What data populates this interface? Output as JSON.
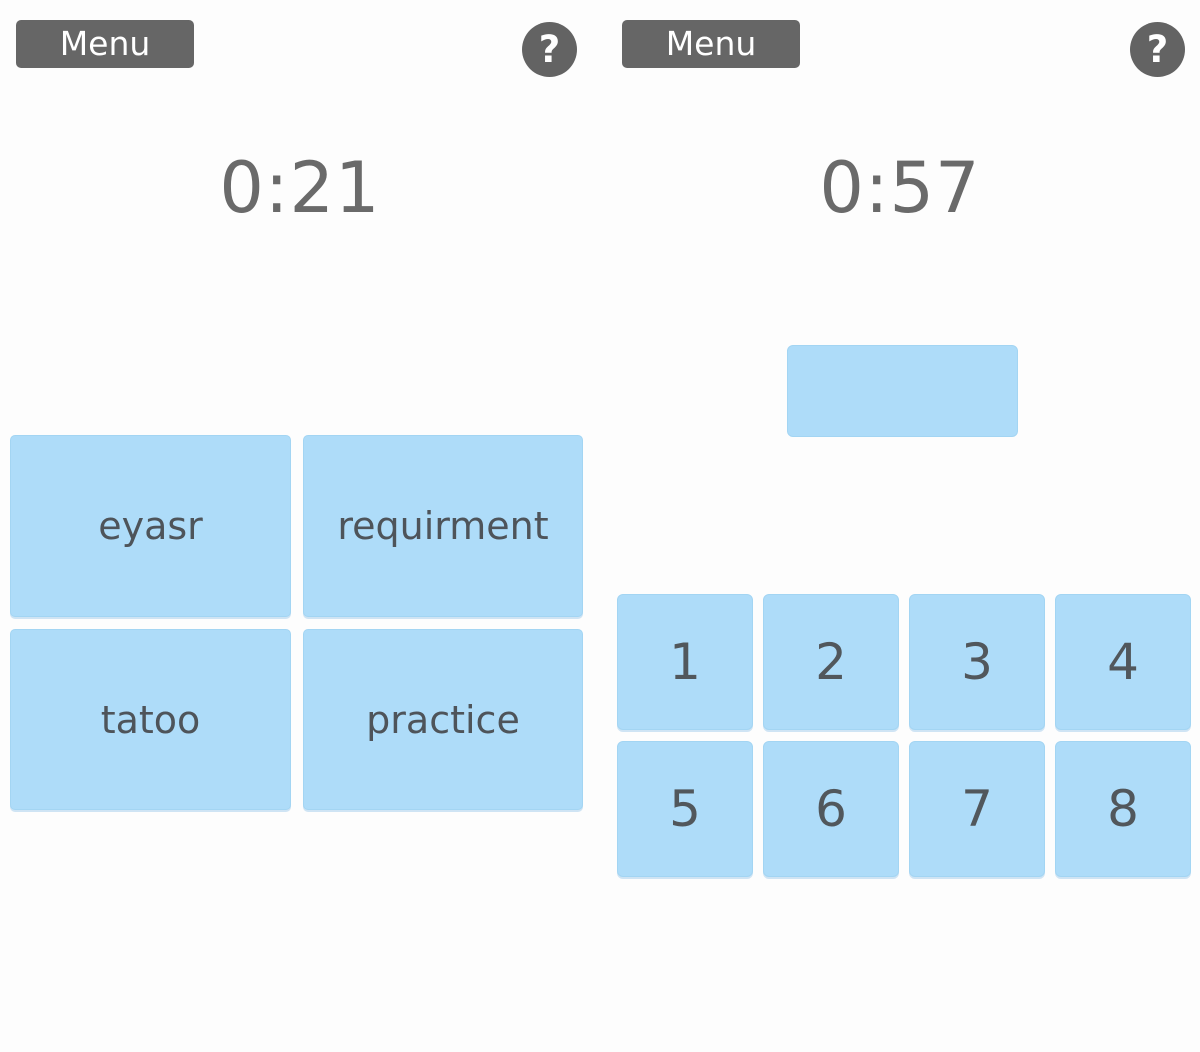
{
  "colors": {
    "tile_blue": "#aedcf9",
    "tile_border": "#a3d5f3",
    "menu_gray": "#666666",
    "help_gray": "#636363",
    "timer_gray": "#6a6a6a",
    "tile_text": "#4e545a",
    "background": "#fdfdfd"
  },
  "left_panel": {
    "menu_label": "Menu",
    "help_glyph": "?",
    "timer": "0:21",
    "word_tiles": [
      "eyasr",
      "requirment",
      "tatoo",
      "practice"
    ]
  },
  "right_panel": {
    "menu_label": "Menu",
    "help_glyph": "?",
    "timer": "0:57",
    "number_tiles": [
      "1",
      "2",
      "3",
      "4",
      "5",
      "6",
      "7",
      "8"
    ]
  }
}
